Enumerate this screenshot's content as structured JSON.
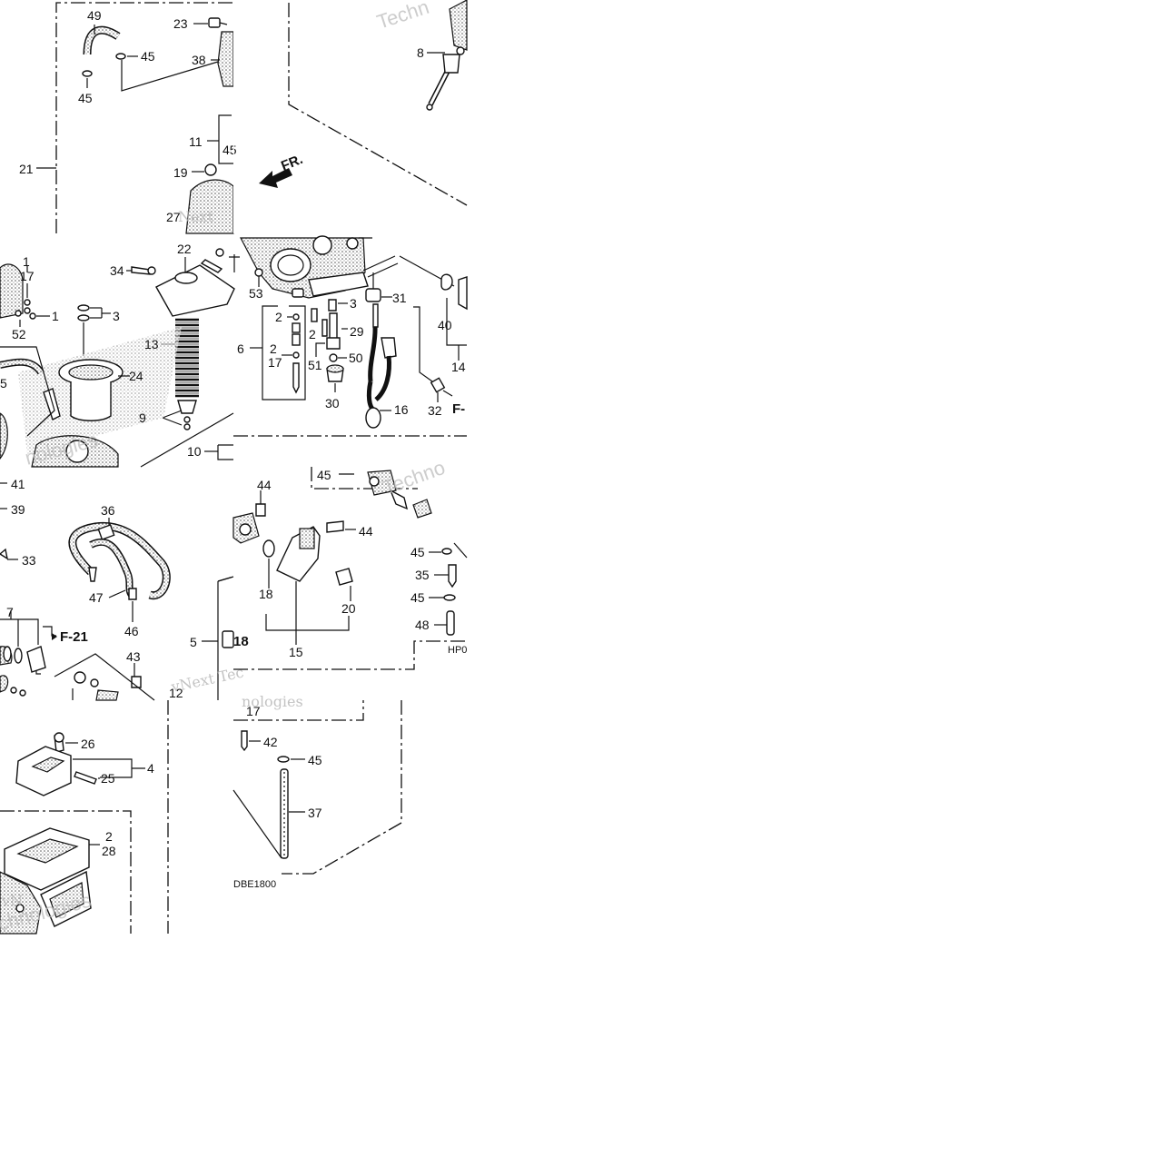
{
  "diagram": {
    "callouts": {
      "c49": "49",
      "c23": "23",
      "c45a": "45",
      "c38": "38",
      "c45b": "45",
      "c11": "11",
      "c45c": "45",
      "c21": "21",
      "c19": "19",
      "c27": "27",
      "c8": "8",
      "fr": "FR.",
      "c1a": "1",
      "c17a": "17",
      "c1b": "1",
      "c52": "52",
      "c3a": "3",
      "c34": "34",
      "c22": "22",
      "c13": "13",
      "c24": "24",
      "c5a": "5",
      "c9": "9",
      "c10": "10",
      "c53": "53",
      "c31": "31",
      "c3b": "3",
      "c2a": "2",
      "c2b": "2",
      "c2c": "2",
      "c17b": "17",
      "c6": "6",
      "c29": "29",
      "c51": "51",
      "c50": "50",
      "c30": "30",
      "c16": "16",
      "c32": "32",
      "fref1": "F-",
      "c40": "40",
      "c14": "14",
      "c41": "41",
      "c39": "39",
      "c33": "33",
      "c36": "36",
      "c47": "47",
      "c46": "46",
      "c7": "7",
      "fref21": "F-21",
      "c43": "43",
      "c5b": "5",
      "fref18": "18",
      "c12": "12",
      "c44a": "44",
      "c44b": "44",
      "c45d": "45",
      "c45e": "45",
      "c35": "35",
      "c45f": "45",
      "c48": "48",
      "c18": "18",
      "c20": "20",
      "c15": "15",
      "hp": "HP0",
      "c17c": "17",
      "c42": "42",
      "c45g": "45",
      "c37": "37",
      "code": "DBE1800",
      "c26": "26",
      "c4": "4",
      "c25": "25",
      "c2d": "2",
      "c28": "28"
    },
    "watermarks": {
      "w1": "Techn",
      "w2": "Next",
      "w3": "nologies",
      "w4": "Techno",
      "w5": "vNext Tec",
      "w6": "nologies",
      "w7": "logies",
      "w8": "chnologies",
      "w9": "vN"
    },
    "colors": {
      "ink": "#111111",
      "paper": "#ffffff",
      "watermark": "#bdbdbd"
    }
  }
}
